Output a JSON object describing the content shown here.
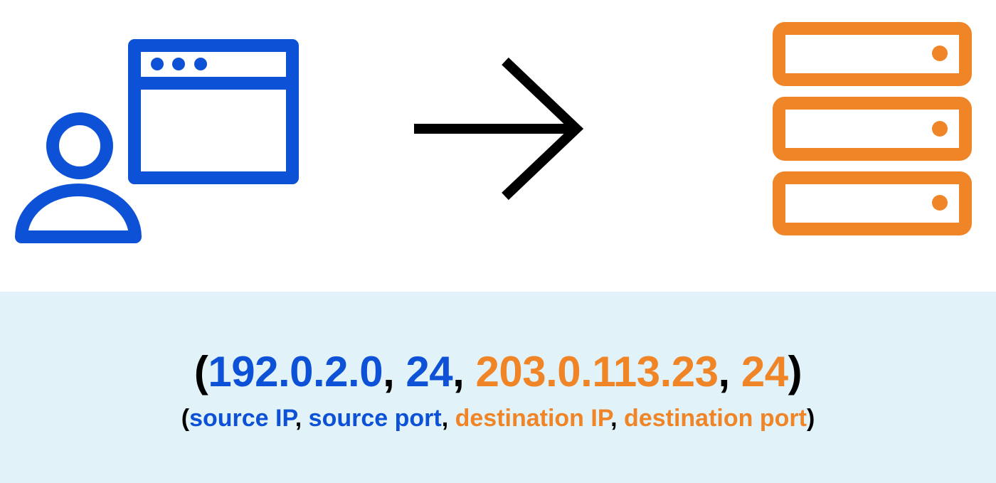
{
  "colors": {
    "source": "#0d52d6",
    "destination": "#ef8527",
    "arrow": "#000000",
    "panel_background": "#e2f2f9"
  },
  "icons": {
    "client": "user-with-browser-window-icon",
    "direction": "right-arrow-icon",
    "server": "server-rack-icon"
  },
  "tuple": {
    "open": "(",
    "source_ip": "192.0.2.0",
    "sep1": ", ",
    "source_port": "24",
    "sep2": ", ",
    "destination_ip": "203.0.113.23",
    "sep3": ", ",
    "destination_port": "24",
    "close": ")"
  },
  "labels": {
    "open": "(",
    "source_ip": "source IP",
    "sep1": ", ",
    "source_port": "source port",
    "sep2": ", ",
    "destination_ip": "destination IP",
    "sep3": ", ",
    "destination_port": "destination port",
    "close": ")"
  }
}
